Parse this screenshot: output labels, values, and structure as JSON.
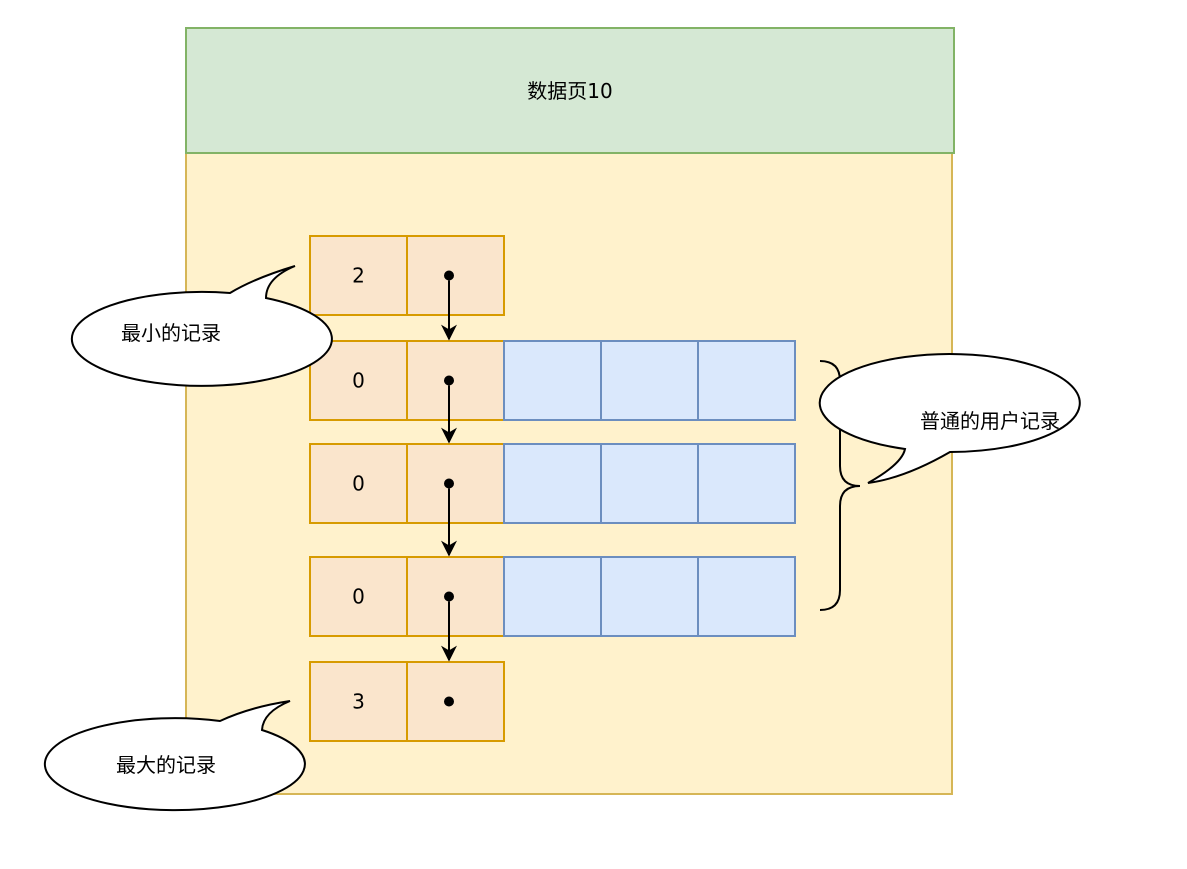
{
  "page": {
    "title": "数据页10"
  },
  "records": [
    {
      "type_value": "2",
      "has_user_fields": false
    },
    {
      "type_value": "0",
      "has_user_fields": true
    },
    {
      "type_value": "0",
      "has_user_fields": true
    },
    {
      "type_value": "0",
      "has_user_fields": true
    },
    {
      "type_value": "3",
      "has_user_fields": false
    }
  ],
  "callouts": {
    "min_record": "最小的记录",
    "user_records": "普通的用户记录",
    "max_record": "最大的记录"
  },
  "colors": {
    "header_fill": "#d5e8d4",
    "header_stroke": "#82b366",
    "page_fill": "#fff2cc",
    "page_stroke": "#d6b656",
    "record_fill": "#fae5cc",
    "record_stroke": "#d79b00",
    "field_fill": "#dae8fc",
    "field_stroke": "#6c8ebf"
  }
}
